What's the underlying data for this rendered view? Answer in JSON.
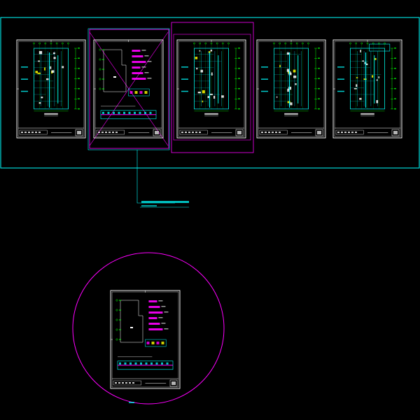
{
  "colors": {
    "background": "#000000",
    "frame_cyan": "#00ffff",
    "frame_magenta": "#ff00ff",
    "sheet_border": "#ffffff",
    "wall_cyan": "#00ffff",
    "dim_green": "#00ff00",
    "highlight_yellow": "#ffff00",
    "text_magenta": "#ff00ff",
    "text_white": "#ffffff"
  },
  "sheets_row": [
    {
      "name": "sheet-1",
      "kind": "plan"
    },
    {
      "name": "sheet-2",
      "kind": "legend"
    },
    {
      "name": "sheet-3",
      "kind": "plan"
    },
    {
      "name": "sheet-4",
      "kind": "plan"
    },
    {
      "name": "sheet-5",
      "kind": "plan"
    }
  ],
  "detail_sheet": {
    "name": "detail-sheet",
    "kind": "legend"
  },
  "annotation": {
    "leader_text": "",
    "leader_subtext": ""
  }
}
